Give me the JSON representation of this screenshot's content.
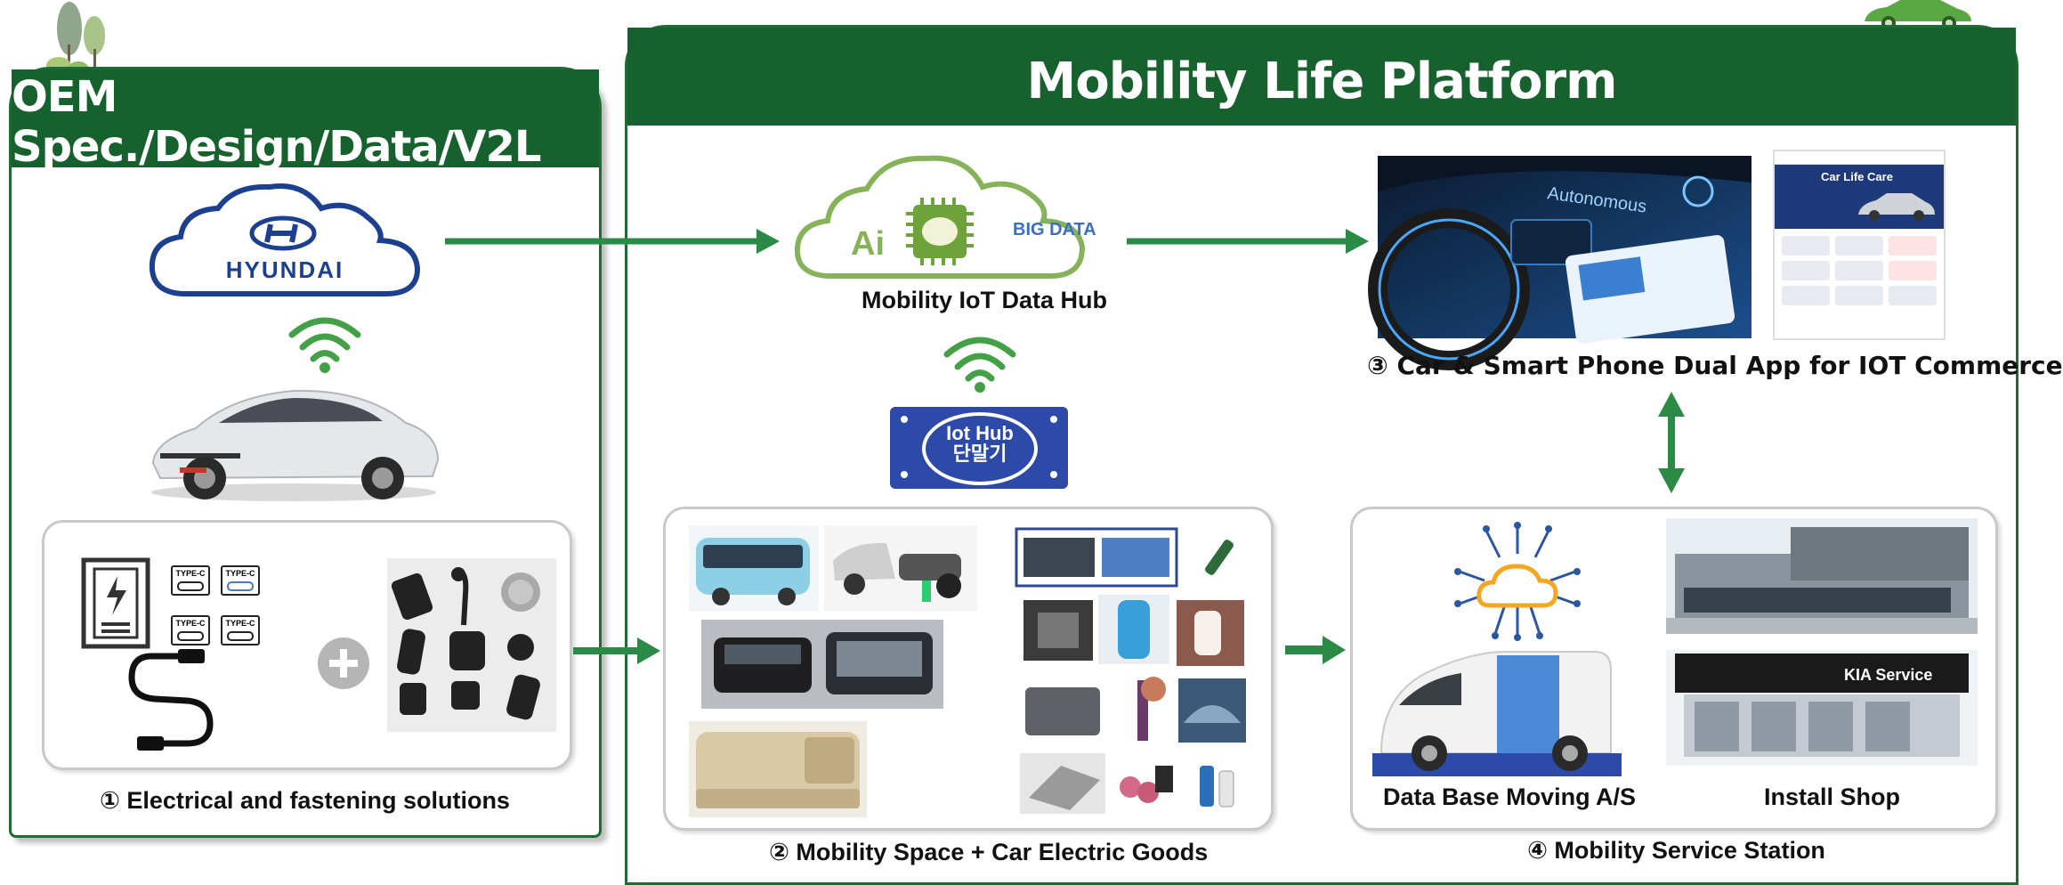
{
  "left_panel": {
    "title": "OEM Spec./Design/Data/V2L",
    "brand_logo_text": "HYUNDAI",
    "caption": "① Electrical and fastening solutions",
    "connector_labels": [
      "TYPE-C",
      "TYPE-C",
      "TYPE-C",
      "TYPE-C"
    ]
  },
  "right_panel": {
    "title": "Mobility Life Platform",
    "hub": {
      "ai_text": "Ai",
      "big_data_text": "BIG DATA",
      "label": "Mobility IoT Data Hub"
    },
    "iot_badge": {
      "line1": "Iot Hub",
      "line2": "단말기"
    },
    "dual_app": {
      "caption": "③ Car & Smart Phone Dual App for IOT Commerce",
      "screen_text": "Autonomous",
      "phone_title": "Car Life Care"
    },
    "goods": {
      "caption": "② Mobility Space + Car Electric Goods"
    },
    "service": {
      "caption": "④ Mobility Service Station",
      "moving_label": "Data Base Moving A/S",
      "shop_label": "Install Shop",
      "shop_sign": "KIA Service"
    }
  },
  "colors": {
    "header_green": "#17612e",
    "arrow_green": "#2a8a46",
    "hyundai_blue": "#1c3f8f",
    "wifi_green": "#43a047",
    "badge_blue": "#2e4aa8"
  }
}
